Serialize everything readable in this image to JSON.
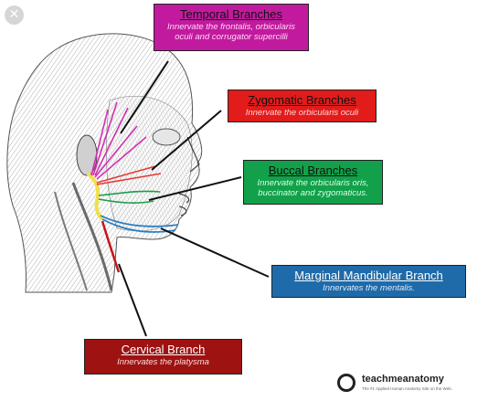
{
  "close_button": {
    "label": "✕"
  },
  "labels": {
    "temporal": {
      "title": "Temporal Branches",
      "desc_line1": "Innervate the frontalis, orbicularis",
      "desc_line2": "oculi and corrugator supercilli"
    },
    "zygomatic": {
      "title": "Zygomatic Branches",
      "desc_line1": "Innervate the orbicularis oculi"
    },
    "buccal": {
      "title": "Buccal Branches",
      "desc_line1": "Innervate the orbicularis oris,",
      "desc_line2": "buccinator and zygomaticus."
    },
    "mandibular": {
      "title": "Marginal Mandibular Branch",
      "desc_line1": "Innervates the mentalis."
    },
    "cervical": {
      "title": "Cervical Branch",
      "desc_line1": "Innervates the platysma"
    }
  },
  "logo": {
    "icon": "copyright-icon",
    "name": "teachmeanatomy",
    "tagline": "The #1 Applied Human Anatomy Site on the Web."
  },
  "colors": {
    "temporal": "#c21a9f",
    "zygomatic": "#e21b1b",
    "buccal": "#12a14a",
    "mandibular": "#1f6aa8",
    "cervical": "#9e1212",
    "facial_nerve_trunk": "#f0e04a"
  }
}
